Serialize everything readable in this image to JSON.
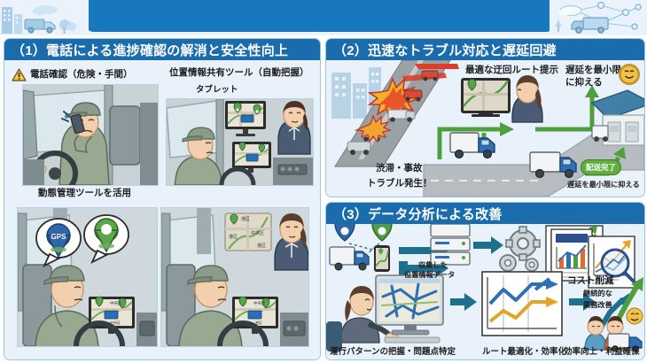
{
  "header": {
    "left_decoration": "city-truck-cloud-illustration",
    "right_decoration": "cloud-network-truck-illustration",
    "banner_color": "#1778bd"
  },
  "colors": {
    "header_blue": "#1b6cad",
    "banner_blue": "#1778bd",
    "panel_bg": "#e9f2fb",
    "panel_border": "#9dc6e4",
    "badge_green": "#5fae3e",
    "arrow_teal": "#1f6f8e",
    "arrow_green": "#4f9e3f"
  },
  "panels": [
    {
      "id": "panel-1",
      "title": "（1）電話による進捗確認の解消と安全性向上",
      "labels": {
        "warning_label": "電話確認（危険・手間）",
        "tool_label": "位置情報共有ツール（自動把握）",
        "tablet_label": "タブレット",
        "bottom_label": "動態管理ツールを活用"
      },
      "map_texts": {
        "chuo": "中央区",
        "minato": "港区"
      },
      "gps_label": "GPS"
    },
    {
      "id": "panel-2",
      "title": "（2）迅速なトラブル対応と遅延回避",
      "labels": {
        "detour_label": "最適な迂回ルート提示",
        "minimize_label": "遅延を最小限\nに抑える",
        "minimize_line1": "遅延を最小限",
        "minimize_line2": "に抑える",
        "trouble_line1": "渋滞・事故",
        "trouble_line2": "トラブル発生！",
        "delivered_badge": "配送完了",
        "bottom_label": "遅延を最小限に抑える"
      }
    },
    {
      "id": "panel-3",
      "title": "（3）データ分析による改善",
      "labels": {
        "collected_line1": "収集した",
        "collected_line2": "位置情報データ",
        "cost_label": "コスト削減",
        "pattern_label": "運行パターンの把握・問題点特定",
        "route_label": "ルート最適化・効率化",
        "improve_line1": "継続的な",
        "improve_line2": "業務改善",
        "profit_label": "効率向上・利益確保"
      }
    }
  ]
}
